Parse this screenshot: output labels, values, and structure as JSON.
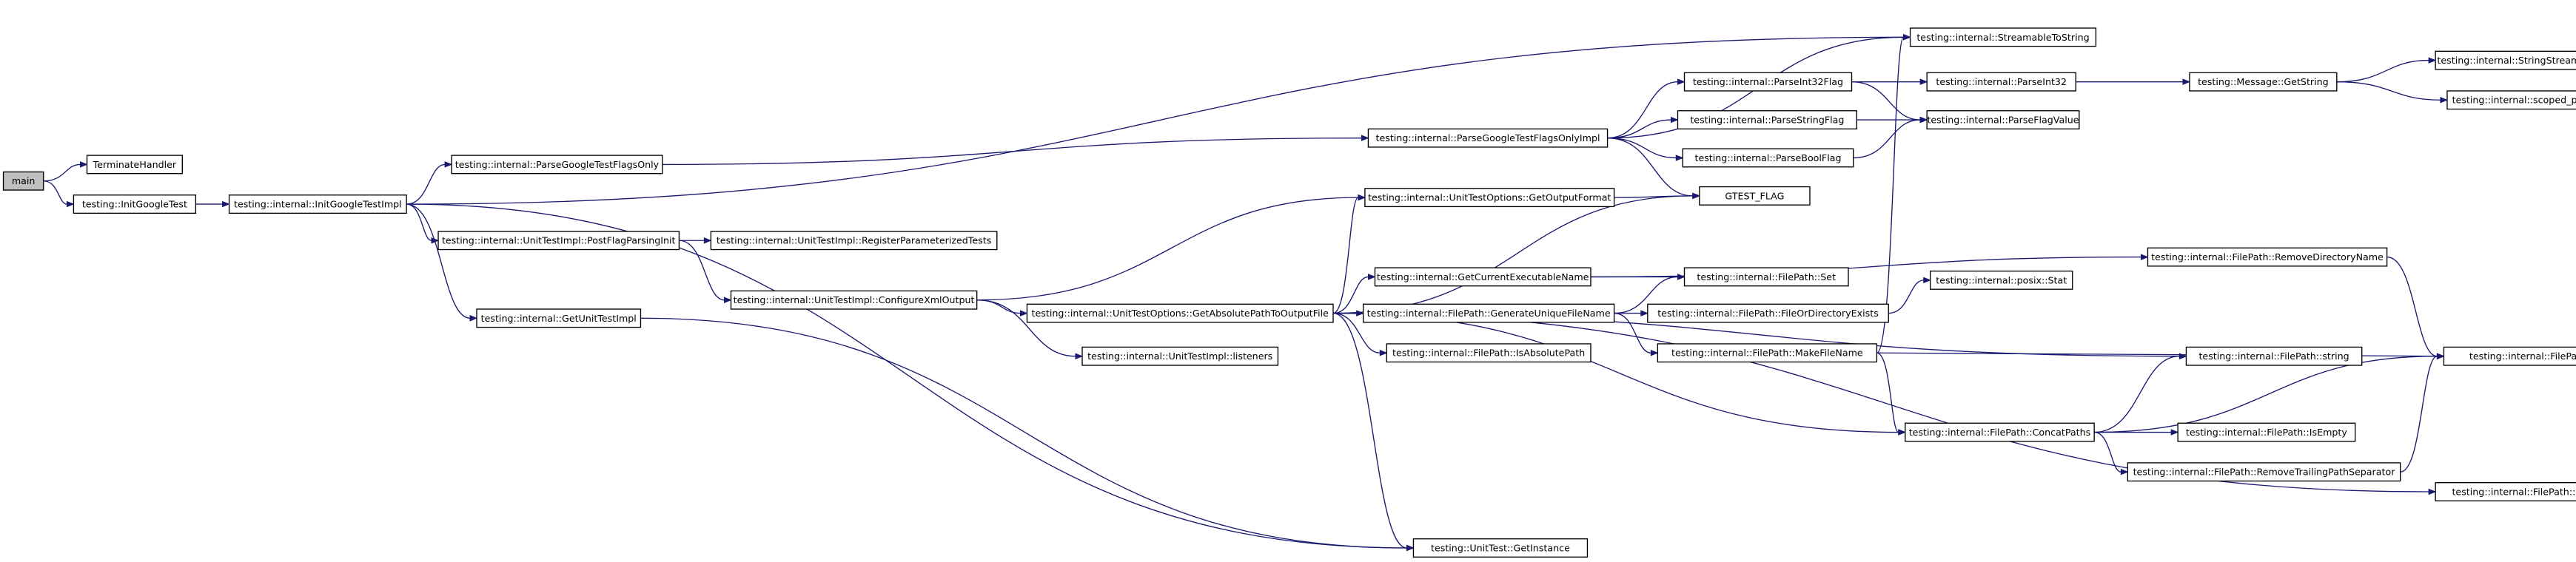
{
  "diagram": {
    "nodes": [
      {
        "id": "main",
        "label": "main",
        "root": true
      },
      {
        "id": "TerminateHandler",
        "label": "TerminateHandler"
      },
      {
        "id": "InitGoogleTest",
        "label": "testing::InitGoogleTest"
      },
      {
        "id": "InitGoogleTestImpl",
        "label": "testing::internal::InitGoogleTestImpl"
      },
      {
        "id": "ParseGoogleTestFlagsOnly",
        "label": "testing::internal::ParseGoogleTestFlagsOnly"
      },
      {
        "id": "PostFlagParsingInit",
        "label": "testing::internal::UnitTestImpl::PostFlagParsingInit"
      },
      {
        "id": "GetUnitTestImpl",
        "label": "testing::internal::GetUnitTestImpl"
      },
      {
        "id": "RegisterParameterizedTests",
        "label": "testing::internal::UnitTestImpl::RegisterParameterizedTests"
      },
      {
        "id": "ConfigureXmlOutput",
        "label": "testing::internal::UnitTestImpl::ConfigureXmlOutput"
      },
      {
        "id": "listeners",
        "label": "testing::internal::UnitTestImpl::listeners"
      },
      {
        "id": "GetAbsolutePathToOutputFile",
        "label": "testing::internal::UnitTestOptions::GetAbsolutePathToOutputFile"
      },
      {
        "id": "ParseGoogleTestFlagsOnlyImpl",
        "label": "testing::internal::ParseGoogleTestFlagsOnlyImpl"
      },
      {
        "id": "GetOutputFormat",
        "label": "testing::internal::UnitTestOptions::GetOutputFormat"
      },
      {
        "id": "GetCurrentExecutableName",
        "label": "testing::internal::GetCurrentExecutableName"
      },
      {
        "id": "GenerateUniqueFileName",
        "label": "testing::internal::FilePath::GenerateUniqueFileName"
      },
      {
        "id": "IsAbsolutePath",
        "label": "testing::internal::FilePath::IsAbsolutePath"
      },
      {
        "id": "ParseInt32Flag",
        "label": "testing::internal::ParseInt32Flag"
      },
      {
        "id": "ParseStringFlag",
        "label": "testing::internal::ParseStringFlag"
      },
      {
        "id": "ParseBoolFlag",
        "label": "testing::internal::ParseBoolFlag"
      },
      {
        "id": "GTEST_FLAG",
        "label": "GTEST_FLAG"
      },
      {
        "id": "StreamableToString",
        "label": "testing::internal::StreamableToString"
      },
      {
        "id": "ParseInt32",
        "label": "testing::internal::ParseInt32"
      },
      {
        "id": "ParseFlagValue",
        "label": "testing::internal::ParseFlagValue"
      },
      {
        "id": "Set",
        "label": "testing::internal::FilePath::Set"
      },
      {
        "id": "FileOrDirectoryExists",
        "label": "testing::internal::FilePath::FileOrDirectoryExists"
      },
      {
        "id": "MakeFileName",
        "label": "testing::internal::FilePath::MakeFileName"
      },
      {
        "id": "posixStat",
        "label": "testing::internal::posix::Stat"
      },
      {
        "id": "RemoveDirectoryName",
        "label": "testing::internal::FilePath::RemoveDirectoryName"
      },
      {
        "id": "ConcatPaths",
        "label": "testing::internal::FilePath::ConcatPaths"
      },
      {
        "id": "string",
        "label": "testing::internal::FilePath::string"
      },
      {
        "id": "IsEmpty",
        "label": "testing::internal::FilePath::IsEmpty"
      },
      {
        "id": "RemoveTrailingPathSeparator",
        "label": "testing::internal::FilePath::RemoveTrailingPathSeparator"
      },
      {
        "id": "GetString",
        "label": "testing::Message::GetString"
      },
      {
        "id": "StringStreamToString",
        "label": "testing::internal::StringStreamToString"
      },
      {
        "id": "scoped_ptr_get",
        "label": "testing::internal::scoped_ptr::get"
      },
      {
        "id": "FilePath",
        "label": "testing::internal::FilePath::FilePath"
      },
      {
        "id": "IsDirectory",
        "label": "testing::internal::FilePath::IsDirectory"
      },
      {
        "id": "GetInstance",
        "label": "testing::UnitTest::GetInstance"
      }
    ],
    "edges": [
      [
        "main",
        "TerminateHandler"
      ],
      [
        "main",
        "InitGoogleTest"
      ],
      [
        "InitGoogleTest",
        "InitGoogleTestImpl"
      ],
      [
        "InitGoogleTestImpl",
        "StreamableToString"
      ],
      [
        "InitGoogleTestImpl",
        "ParseGoogleTestFlagsOnly"
      ],
      [
        "InitGoogleTestImpl",
        "PostFlagParsingInit"
      ],
      [
        "InitGoogleTestImpl",
        "GetUnitTestImpl"
      ],
      [
        "InitGoogleTestImpl",
        "GetInstance"
      ],
      [
        "ParseGoogleTestFlagsOnly",
        "ParseGoogleTestFlagsOnlyImpl"
      ],
      [
        "PostFlagParsingInit",
        "RegisterParameterizedTests"
      ],
      [
        "PostFlagParsingInit",
        "ConfigureXmlOutput"
      ],
      [
        "GetUnitTestImpl",
        "GetInstance"
      ],
      [
        "ConfigureXmlOutput",
        "GetAbsolutePathToOutputFile"
      ],
      [
        "ConfigureXmlOutput",
        "GetOutputFormat"
      ],
      [
        "ConfigureXmlOutput",
        "listeners"
      ],
      [
        "ParseGoogleTestFlagsOnlyImpl",
        "StreamableToString"
      ],
      [
        "ParseGoogleTestFlagsOnlyImpl",
        "ParseInt32Flag"
      ],
      [
        "ParseGoogleTestFlagsOnlyImpl",
        "ParseStringFlag"
      ],
      [
        "ParseGoogleTestFlagsOnlyImpl",
        "ParseBoolFlag"
      ],
      [
        "ParseGoogleTestFlagsOnlyImpl",
        "GTEST_FLAG"
      ],
      [
        "GetAbsolutePathToOutputFile",
        "GetOutputFormat"
      ],
      [
        "GetAbsolutePathToOutputFile",
        "GTEST_FLAG"
      ],
      [
        "GetAbsolutePathToOutputFile",
        "GetCurrentExecutableName"
      ],
      [
        "GetAbsolutePathToOutputFile",
        "GenerateUniqueFileName"
      ],
      [
        "GetAbsolutePathToOutputFile",
        "IsAbsolutePath"
      ],
      [
        "GetAbsolutePathToOutputFile",
        "string"
      ],
      [
        "GetAbsolutePathToOutputFile",
        "ConcatPaths"
      ],
      [
        "GetAbsolutePathToOutputFile",
        "IsDirectory"
      ],
      [
        "GetAbsolutePathToOutputFile",
        "GetInstance"
      ],
      [
        "GetOutputFormat",
        "GTEST_FLAG"
      ],
      [
        "GetCurrentExecutableName",
        "Set"
      ],
      [
        "GetCurrentExecutableName",
        "RemoveDirectoryName"
      ],
      [
        "GenerateUniqueFileName",
        "Set"
      ],
      [
        "GenerateUniqueFileName",
        "FileOrDirectoryExists"
      ],
      [
        "GenerateUniqueFileName",
        "MakeFileName"
      ],
      [
        "ParseInt32Flag",
        "ParseInt32"
      ],
      [
        "ParseInt32Flag",
        "ParseFlagValue"
      ],
      [
        "ParseStringFlag",
        "ParseFlagValue"
      ],
      [
        "ParseBoolFlag",
        "ParseFlagValue"
      ],
      [
        "ParseInt32",
        "GetString"
      ],
      [
        "GetString",
        "StringStreamToString"
      ],
      [
        "GetString",
        "scoped_ptr_get"
      ],
      [
        "FileOrDirectoryExists",
        "posixStat"
      ],
      [
        "MakeFileName",
        "StreamableToString"
      ],
      [
        "MakeFileName",
        "FilePath"
      ],
      [
        "MakeFileName",
        "ConcatPaths"
      ],
      [
        "RemoveDirectoryName",
        "FilePath"
      ],
      [
        "ConcatPaths",
        "string"
      ],
      [
        "ConcatPaths",
        "IsEmpty"
      ],
      [
        "ConcatPaths",
        "RemoveTrailingPathSeparator"
      ],
      [
        "ConcatPaths",
        "FilePath"
      ],
      [
        "RemoveTrailingPathSeparator",
        "FilePath"
      ]
    ]
  }
}
